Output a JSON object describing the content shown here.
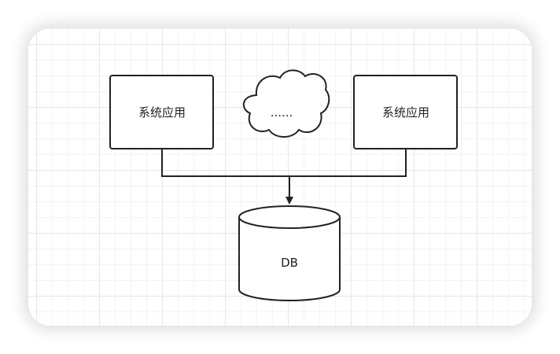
{
  "nodes": {
    "left_box": {
      "label": "系统应用"
    },
    "cloud": {
      "label": "......"
    },
    "right_box": {
      "label": "系统应用"
    },
    "database": {
      "label": "DB"
    }
  },
  "colors": {
    "stroke": "#222222",
    "fill": "#ffffff",
    "grid": "#e6e6e6"
  }
}
